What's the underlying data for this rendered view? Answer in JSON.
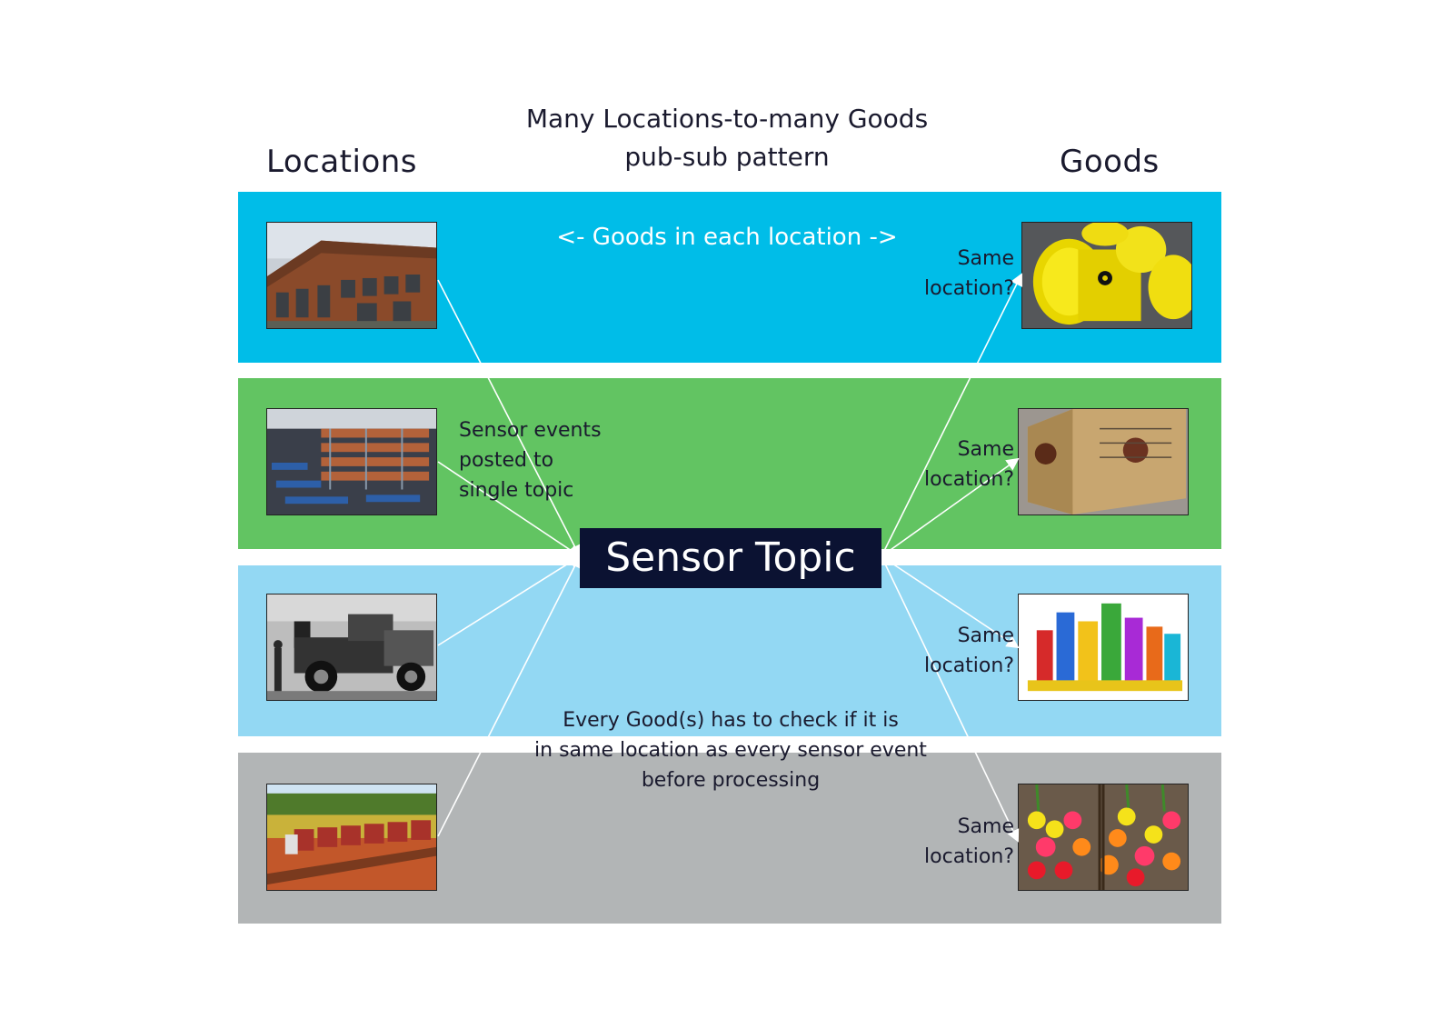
{
  "title": {
    "line1": "Many Locations-to-many Goods",
    "line2": "pub-sub pattern"
  },
  "columns": {
    "locations": "Locations",
    "goods": "Goods"
  },
  "band_note": "<- Goods in each location ->",
  "sensor_note": {
    "line1": "Sensor events",
    "line2": "posted to",
    "line3": "single topic"
  },
  "topic_label": "Sensor Topic",
  "bottom_note": {
    "line1": "Every Good(s) has to check if it is",
    "line2": "in same location as every sensor event",
    "line3": "before processing"
  },
  "goods_question": {
    "line1": "Same",
    "line2": "location?"
  },
  "locations": [
    {
      "name": "warehouse-photo"
    },
    {
      "name": "distribution-center-photo"
    },
    {
      "name": "steam-truck-photo"
    },
    {
      "name": "road-train-photo"
    }
  ],
  "goods": [
    {
      "name": "radioactive-barrels-photo"
    },
    {
      "name": "cardboard-box-chickens-photo"
    },
    {
      "name": "fireworks-photo"
    },
    {
      "name": "flowers-photo"
    }
  ],
  "colors": {
    "band_1": "#00bde8",
    "band_2": "#62c462",
    "band_3": "#93d8f3",
    "band_4": "#b2b5b6",
    "topic_box": "#0b1232",
    "arrow": "#ffffff"
  }
}
